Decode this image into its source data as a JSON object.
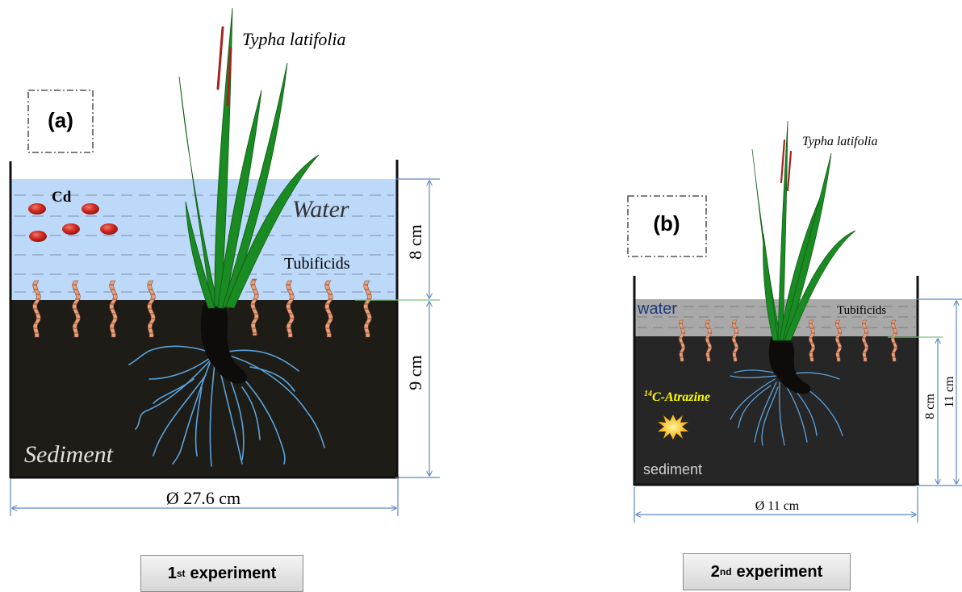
{
  "panel_a": {
    "label": "(a)",
    "plant": "Typha latifolia",
    "cd": "Cd",
    "water": "Water",
    "tubificids": "Tubificids",
    "sediment": "Sediment",
    "water_depth": "8 cm",
    "sediment_depth": "9 cm",
    "diameter": "Ø 27.6 cm",
    "caption_num": "1",
    "caption_sup": "st",
    "caption_text": "experiment"
  },
  "panel_b": {
    "label": "(b)",
    "plant": "Typha latifolia",
    "water": "water",
    "tubificids": "Tubificids",
    "atrazine_sup": "14",
    "atrazine": "C-Atrazine",
    "sediment": "sediment",
    "depth_sediment": "8 cm",
    "depth_total": "11 cm",
    "diameter": "Ø 11 cm",
    "caption_num": "2",
    "caption_sup": "nd",
    "caption_text": "experiment"
  },
  "colors": {
    "water_a": "#bcd9f9",
    "water_b": "#a9a9a9",
    "sediment": "#1e1c16",
    "sediment_b": "#262626",
    "leaf": "#1a8a22",
    "root": "#5aa2dc",
    "worm": "#e29672",
    "cd_ball": "#d42a22",
    "dimension": "#5b86c5",
    "atrazine_text": "#ffff00"
  }
}
